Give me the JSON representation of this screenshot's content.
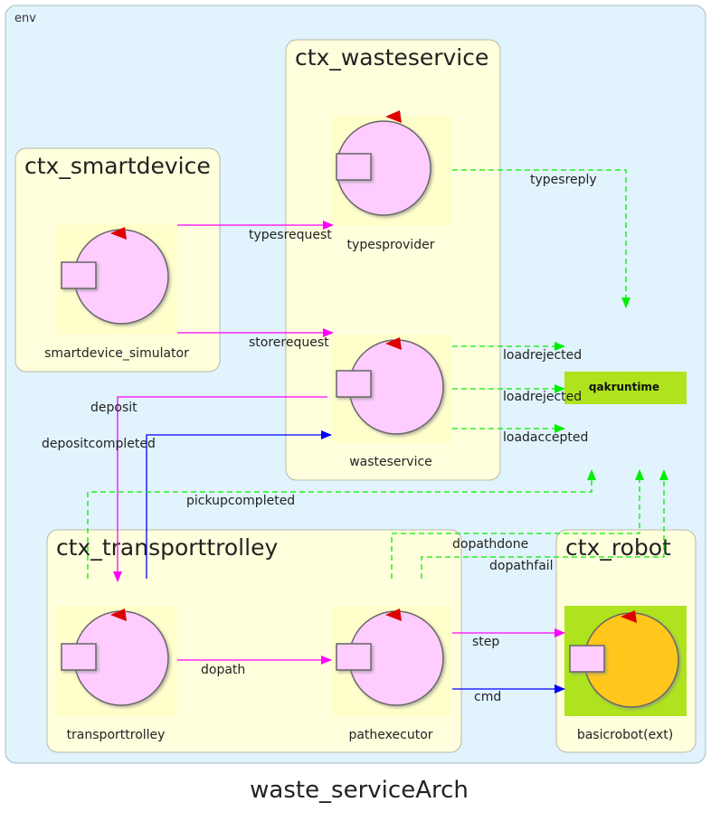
{
  "diagram": {
    "title": "waste_serviceArch",
    "env_label": "env",
    "runtime_label": "qakruntime",
    "contexts": {
      "wasteservice": "ctx_wasteservice",
      "smartdevice": "ctx_smartdevice",
      "transporttrolley": "ctx_transporttrolley",
      "robot": "ctx_robot"
    },
    "actors": {
      "typesprovider": "typesprovider",
      "wasteservice": "wasteservice",
      "smartdevice_simulator": "smartdevice_simulator",
      "transporttrolley": "transporttrolley",
      "pathexecutor": "pathexecutor",
      "basicrobot": "basicrobot(ext)"
    },
    "messages": {
      "typesreply": "typesreply",
      "typesrequest": "typesrequest",
      "storerequest": "storerequest",
      "loadrejected_1": "loadrejected",
      "loadrejected_2": "loadrejected",
      "loadaccepted": "loadaccepted",
      "deposit": "deposit",
      "depositcompleted": "depositcompleted",
      "pickupcompleted": "pickupcompleted",
      "dopathdone": "dopathdone",
      "dopathfail": "dopathfail",
      "dopath": "dopath",
      "step": "step",
      "cmd": "cmd"
    },
    "colors": {
      "env_bg": "#e1f3fc",
      "env_border": "#a8b8c4",
      "context_bg": "#ffffdd",
      "context_border": "#b8b8a8",
      "actor_tile_bg": "#ffffcc",
      "actor_circle": "#ffccff",
      "external_tile_bg": "#aee31e",
      "external_circle": "#ffc61a",
      "runtime_bg": "#aee31e",
      "request_arrow": "#ff00ff",
      "reply_arrow": "#0000ff",
      "event_arrow": "#00ee00",
      "marker": "#dd0000"
    }
  }
}
